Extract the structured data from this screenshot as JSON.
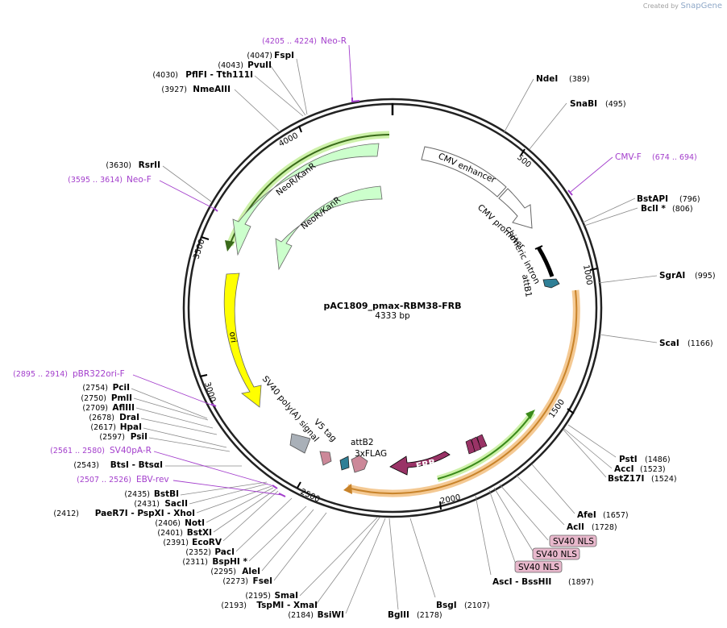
{
  "credit": {
    "prefix": "Created by",
    "brand": "SnapGene"
  },
  "plasmid": {
    "name": "pAC1809_pmax-RBM38-FRB",
    "length_label": "4333 bp"
  },
  "ticks": [
    "500",
    "1000",
    "1500",
    "2000",
    "2500",
    "3000",
    "3500",
    "4000"
  ],
  "sites_right": [
    {
      "name": "NdeI",
      "pos": "(389)"
    },
    {
      "name": "SnaBI",
      "pos": "(495)"
    },
    {
      "name": "BstAPI",
      "pos": "(796)"
    },
    {
      "name": "BclI *",
      "pos": "(806)"
    },
    {
      "name": "SgrAI",
      "pos": "(995)"
    },
    {
      "name": "ScaI",
      "pos": "(1166)"
    },
    {
      "name": "PstI",
      "pos": "(1486)"
    },
    {
      "name": "AccI",
      "pos": "(1523)"
    },
    {
      "name": "BstZ17I",
      "pos": "(1524)"
    },
    {
      "name": "AfeI",
      "pos": "(1657)"
    },
    {
      "name": "AclI",
      "pos": "(1728)"
    },
    {
      "name": "AscI - BssHII",
      "pos": "(1897)"
    }
  ],
  "sites_bottom": [
    {
      "name": "BglII",
      "pos": "(2178)"
    },
    {
      "name": "BsgI",
      "pos": "(2107)"
    }
  ],
  "sites_left": [
    {
      "name": "FspI",
      "pos": "(4047)"
    },
    {
      "name": "PvuII",
      "pos": "(4043)"
    },
    {
      "name": "PflFI - Tth111I",
      "pos": "(4030)"
    },
    {
      "name": "NmeAIII",
      "pos": "(3927)"
    },
    {
      "name": "RsrII",
      "pos": "(3630)"
    },
    {
      "name": "PciI",
      "pos": "(2754)"
    },
    {
      "name": "PmlI",
      "pos": "(2750)"
    },
    {
      "name": "AflIII",
      "pos": "(2709)"
    },
    {
      "name": "DraI",
      "pos": "(2678)"
    },
    {
      "name": "HpaI",
      "pos": "(2617)"
    },
    {
      "name": "PsiI",
      "pos": "(2597)"
    },
    {
      "name": "BtsI - BtsαI",
      "pos": "(2543)"
    },
    {
      "name": "BstBI",
      "pos": "(2435)"
    },
    {
      "name": "SacII",
      "pos": "(2431)"
    },
    {
      "name": "PaeR7I - PspXI - XhoI",
      "pos": "(2412)"
    },
    {
      "name": "NotI",
      "pos": "(2406)"
    },
    {
      "name": "BstXI",
      "pos": "(2401)"
    },
    {
      "name": "EcoRV",
      "pos": "(2391)"
    },
    {
      "name": "PacI",
      "pos": "(2352)"
    },
    {
      "name": "BspHI *",
      "pos": "(2311)"
    },
    {
      "name": "AleI",
      "pos": "(2295)"
    },
    {
      "name": "FseI",
      "pos": "(2273)"
    },
    {
      "name": "SmaI",
      "pos": "(2195)"
    },
    {
      "name": "TspMI - XmaI",
      "pos": "(2193)"
    },
    {
      "name": "BsiWI",
      "pos": "(2184)"
    }
  ],
  "primers": [
    {
      "name": "Neo-R",
      "pos": "(4205 .. 4224)"
    },
    {
      "name": "CMV-F",
      "pos": "(674 .. 694)"
    },
    {
      "name": "Neo-F",
      "pos": "(3595 .. 3614)"
    },
    {
      "name": "pBR322ori-F",
      "pos": "(2895 .. 2914)"
    },
    {
      "name": "SV40pA-R",
      "pos": "(2561 .. 2580)"
    },
    {
      "name": "EBV-rev",
      "pos": "(2507 .. 2526)"
    }
  ],
  "features": {
    "cmv_enhancer": "CMV enhancer",
    "cmv_promoter": "CMV promoter",
    "chimeric_intron": "chimeric intron",
    "attb1": "attB1",
    "neor_outer": "NeoR/KanR",
    "neor_inner": "NeoR/KanR",
    "ori": "ori",
    "sv40_polya": "SV40 poly(A) signal",
    "v5_tag": "V5 tag",
    "attb2": "attB2",
    "flag": "3xFLAG",
    "frb": "FRB",
    "sv40_nls": [
      "SV40 NLS",
      "SV40 NLS",
      "SV40 NLS"
    ]
  },
  "colors": {
    "backbone": "#222222",
    "neor": "#ccffcc",
    "ori": "#ffff00",
    "frb": "#993366",
    "cmv": "#ffffff",
    "primer": "#a33ecc",
    "orf_highlight": "#f2c080",
    "orf_green_highlight": "#c8f0a0",
    "nls": "#e8b8cc"
  }
}
